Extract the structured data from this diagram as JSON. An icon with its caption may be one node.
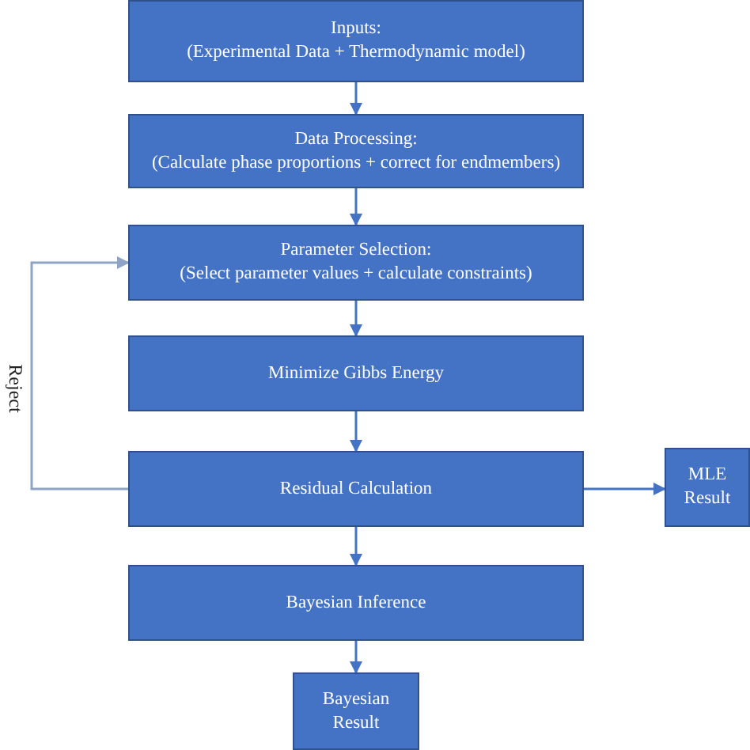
{
  "diagram": {
    "nodes": [
      {
        "text": [
          "Inputs:",
          "(Experimental Data + Thermodynamic model)"
        ]
      },
      {
        "text": [
          "Data Processing:",
          "(Calculate phase proportions + correct for endmembers)"
        ]
      },
      {
        "text": [
          "Parameter Selection:",
          "(Select parameter values + calculate constraints)"
        ]
      },
      {
        "text": [
          "Minimize Gibbs Energy"
        ]
      },
      {
        "text": [
          "Residual Calculation"
        ]
      },
      {
        "text": [
          "MLE Result"
        ]
      },
      {
        "text": [
          "Bayesian Inference"
        ]
      },
      {
        "text": [
          "Bayesian Result"
        ]
      }
    ],
    "edges": [
      {
        "from": 0,
        "to": 1,
        "arrow": "to"
      },
      {
        "from": 1,
        "to": 2,
        "arrow": "to"
      },
      {
        "from": 2,
        "to": 3,
        "arrow": "to"
      },
      {
        "from": 3,
        "to": 4,
        "arrow": "to"
      },
      {
        "from": 4,
        "to": 5,
        "arrow": "to"
      },
      {
        "from": 4,
        "to": 2,
        "arrow": "to",
        "label": "Reject",
        "color": "#8ea3c6"
      },
      {
        "from": 4,
        "to": 6,
        "arrow": "to"
      },
      {
        "from": 6,
        "to": 7,
        "arrow": "to"
      }
    ]
  }
}
